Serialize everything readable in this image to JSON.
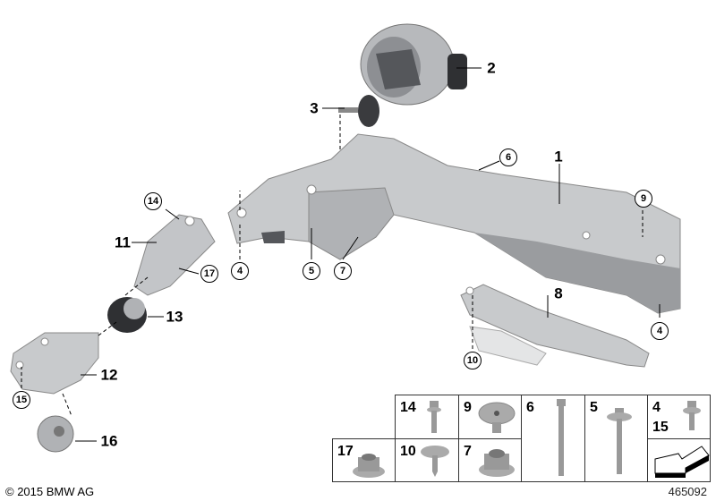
{
  "callouts": {
    "plain": [
      {
        "id": "label-2",
        "text": "2"
      },
      {
        "id": "label-3",
        "text": "3"
      },
      {
        "id": "label-1",
        "text": "1"
      },
      {
        "id": "label-11",
        "text": "11"
      },
      {
        "id": "label-13",
        "text": "13"
      },
      {
        "id": "label-12",
        "text": "12"
      },
      {
        "id": "label-16",
        "text": "16"
      },
      {
        "id": "label-8",
        "text": "8"
      }
    ],
    "circled": [
      {
        "id": "circle-14",
        "text": "14"
      },
      {
        "id": "circle-17",
        "text": "17"
      },
      {
        "id": "circle-15",
        "text": "15"
      },
      {
        "id": "circle-4a",
        "text": "4"
      },
      {
        "id": "circle-5",
        "text": "5"
      },
      {
        "id": "circle-7",
        "text": "7"
      },
      {
        "id": "circle-6",
        "text": "6"
      },
      {
        "id": "circle-9",
        "text": "9"
      },
      {
        "id": "circle-4b",
        "text": "4"
      },
      {
        "id": "circle-10",
        "text": "10"
      }
    ]
  },
  "parts_grid": [
    {
      "label": "14"
    },
    {
      "label": "9"
    },
    {
      "label": "6"
    },
    {
      "label": "5"
    },
    {
      "label": "4",
      "label2": "15"
    },
    {
      "label": "17"
    },
    {
      "label": "10"
    },
    {
      "label": "7"
    }
  ],
  "footer": {
    "copyright": "© 2015 BMW AG",
    "image_number": "465092"
  },
  "colors": {
    "part_fill": "#c8cacc",
    "part_shade": "#9a9c9f",
    "line": "#000000"
  }
}
